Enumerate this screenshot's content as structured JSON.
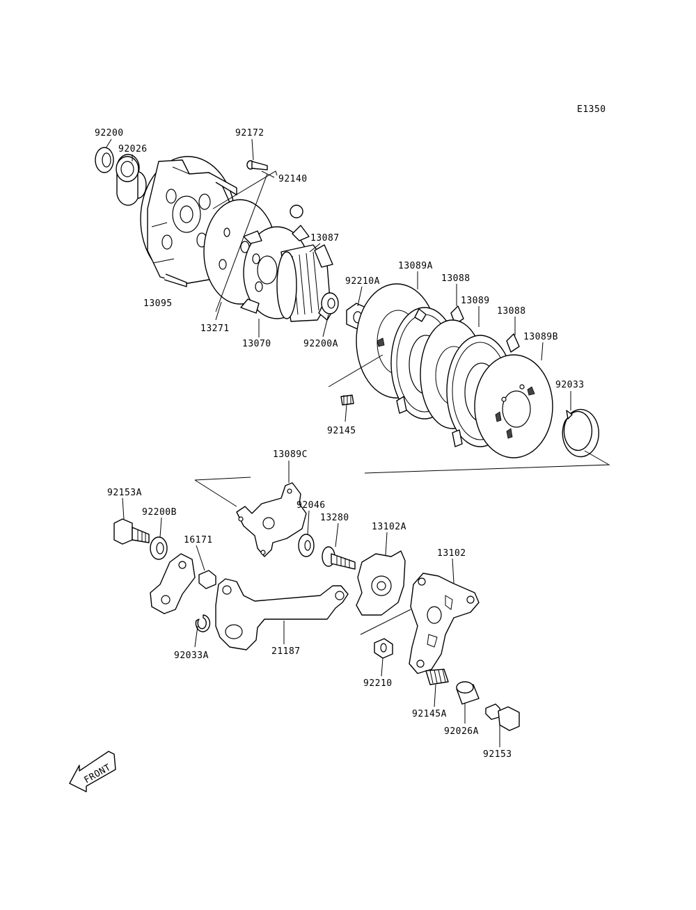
{
  "diagram_code": "E1350",
  "front_label": "FRONT",
  "parts": [
    {
      "id": "p92200",
      "number": "92200"
    },
    {
      "id": "p92026",
      "number": "92026"
    },
    {
      "id": "p92172",
      "number": "92172"
    },
    {
      "id": "p92140",
      "number": "92140"
    },
    {
      "id": "p13087",
      "number": "13087"
    },
    {
      "id": "p13095",
      "number": "13095"
    },
    {
      "id": "p13271",
      "number": "13271"
    },
    {
      "id": "p13070",
      "number": "13070"
    },
    {
      "id": "p92210A",
      "number": "92210A"
    },
    {
      "id": "p92200A",
      "number": "92200A"
    },
    {
      "id": "p13089A",
      "number": "13089A"
    },
    {
      "id": "p13088a",
      "number": "13088"
    },
    {
      "id": "p13089",
      "number": "13089"
    },
    {
      "id": "p13088b",
      "number": "13088"
    },
    {
      "id": "p13089B",
      "number": "13089B"
    },
    {
      "id": "p92033",
      "number": "92033"
    },
    {
      "id": "p92145",
      "number": "92145"
    },
    {
      "id": "p13089C",
      "number": "13089C"
    },
    {
      "id": "p92153A",
      "number": "92153A"
    },
    {
      "id": "p92200B",
      "number": "92200B"
    },
    {
      "id": "p16171",
      "number": "16171"
    },
    {
      "id": "p92046",
      "number": "92046"
    },
    {
      "id": "p13280",
      "number": "13280"
    },
    {
      "id": "p13102A",
      "number": "13102A"
    },
    {
      "id": "p13102",
      "number": "13102"
    },
    {
      "id": "p92033A",
      "number": "92033A"
    },
    {
      "id": "p21187",
      "number": "21187"
    },
    {
      "id": "p92210",
      "number": "92210"
    },
    {
      "id": "p92145A",
      "number": "92145A"
    },
    {
      "id": "p92026A",
      "number": "92026A"
    },
    {
      "id": "p92153",
      "number": "92153"
    }
  ]
}
